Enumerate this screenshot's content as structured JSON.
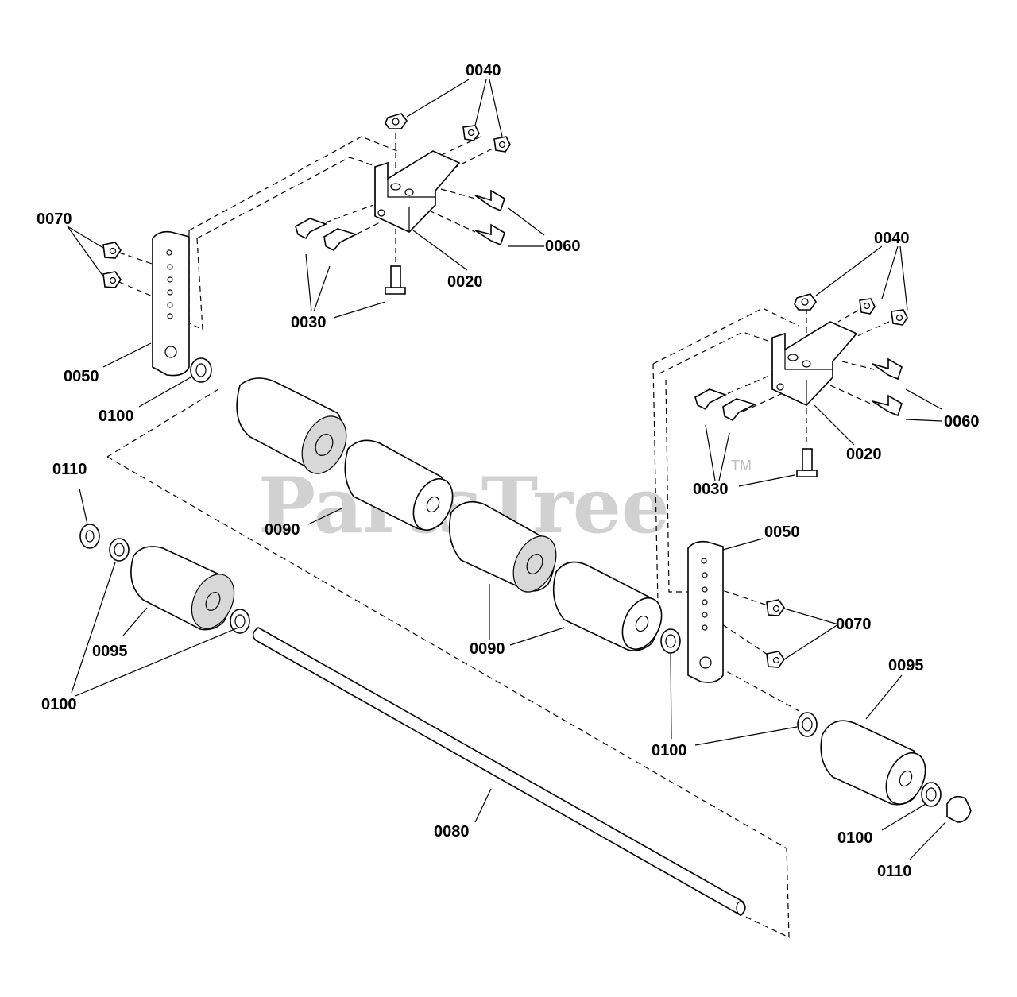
{
  "watermark": {
    "text": "PartsTree",
    "tm": "TM"
  },
  "callouts": {
    "c0040_top": "0040",
    "c0040_right": "0040",
    "c0070_left": "0070",
    "c0070_right": "0070",
    "c0060_top": "0060",
    "c0060_right": "0060",
    "c0020_top": "0020",
    "c0020_right": "0020",
    "c0030_top": "0030",
    "c0030_right": "0030",
    "c0050_left": "0050",
    "c0050_right": "0050",
    "c0100_upper": "0100",
    "c0100_left": "0100",
    "c0100_mid": "0100",
    "c0100_lower": "0100",
    "c0110_left": "0110",
    "c0110_right": "0110",
    "c0090_left": "0090",
    "c0090_mid": "0090",
    "c0095_left": "0095",
    "c0095_right": "0095",
    "c0080": "0080"
  },
  "colors": {
    "watermark": "#c9c9c9",
    "line": "#000000"
  }
}
